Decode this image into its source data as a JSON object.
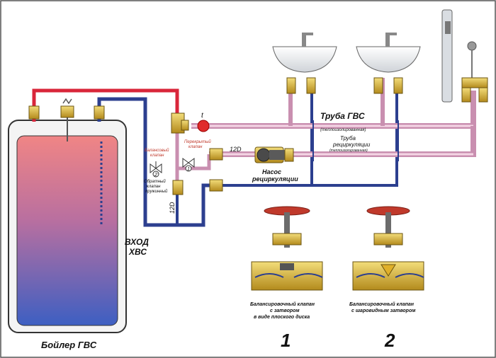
{
  "labels": {
    "boiler": "Бойлер ГВС",
    "cold_inlet_line1": "ВХОД",
    "cold_inlet_line2": "ХВС",
    "hot_pipe": "Труба ГВС",
    "hot_pipe_insulated": "(теплоизолированная)",
    "recirc_pipe_line1": "Труба",
    "recirc_pipe_line2": "рециркуляции",
    "recirc_pipe_insulated": "(теплоизолированная)",
    "pump_line1": "Насос",
    "pump_line2": "рециркуляции",
    "balancing_valve_line1": "Балансовый",
    "balancing_valve_line2": "клапан",
    "balancing_valve_num": "2",
    "shutoff_valve_line1": "Перекрытый",
    "shutoff_valve_line2": "клапан",
    "shutoff_valve_num": "1",
    "check_valve_line1": "Обратный",
    "check_valve_line2": "клапан",
    "check_valve_line3": "пружинный",
    "dim_12d_pump": "12D",
    "dim_12d_vertical": "12D",
    "temp_sensor": "t",
    "valve1_caption_line1": "Балансировочный клапан",
    "valve1_caption_line2": "с затвором",
    "valve1_caption_line3": "в виде плоского диска",
    "valve1_number": "1",
    "valve2_caption_line1": "Балансировочный клапан",
    "valve2_caption_line2": "с шаровидным затвором",
    "valve2_number": "2"
  },
  "colors": {
    "hot": "#d9263a",
    "cold": "#2c3f8f",
    "recirc": "#c98fb0",
    "brass": "#d6b032",
    "handwheel": "#c0392b"
  }
}
